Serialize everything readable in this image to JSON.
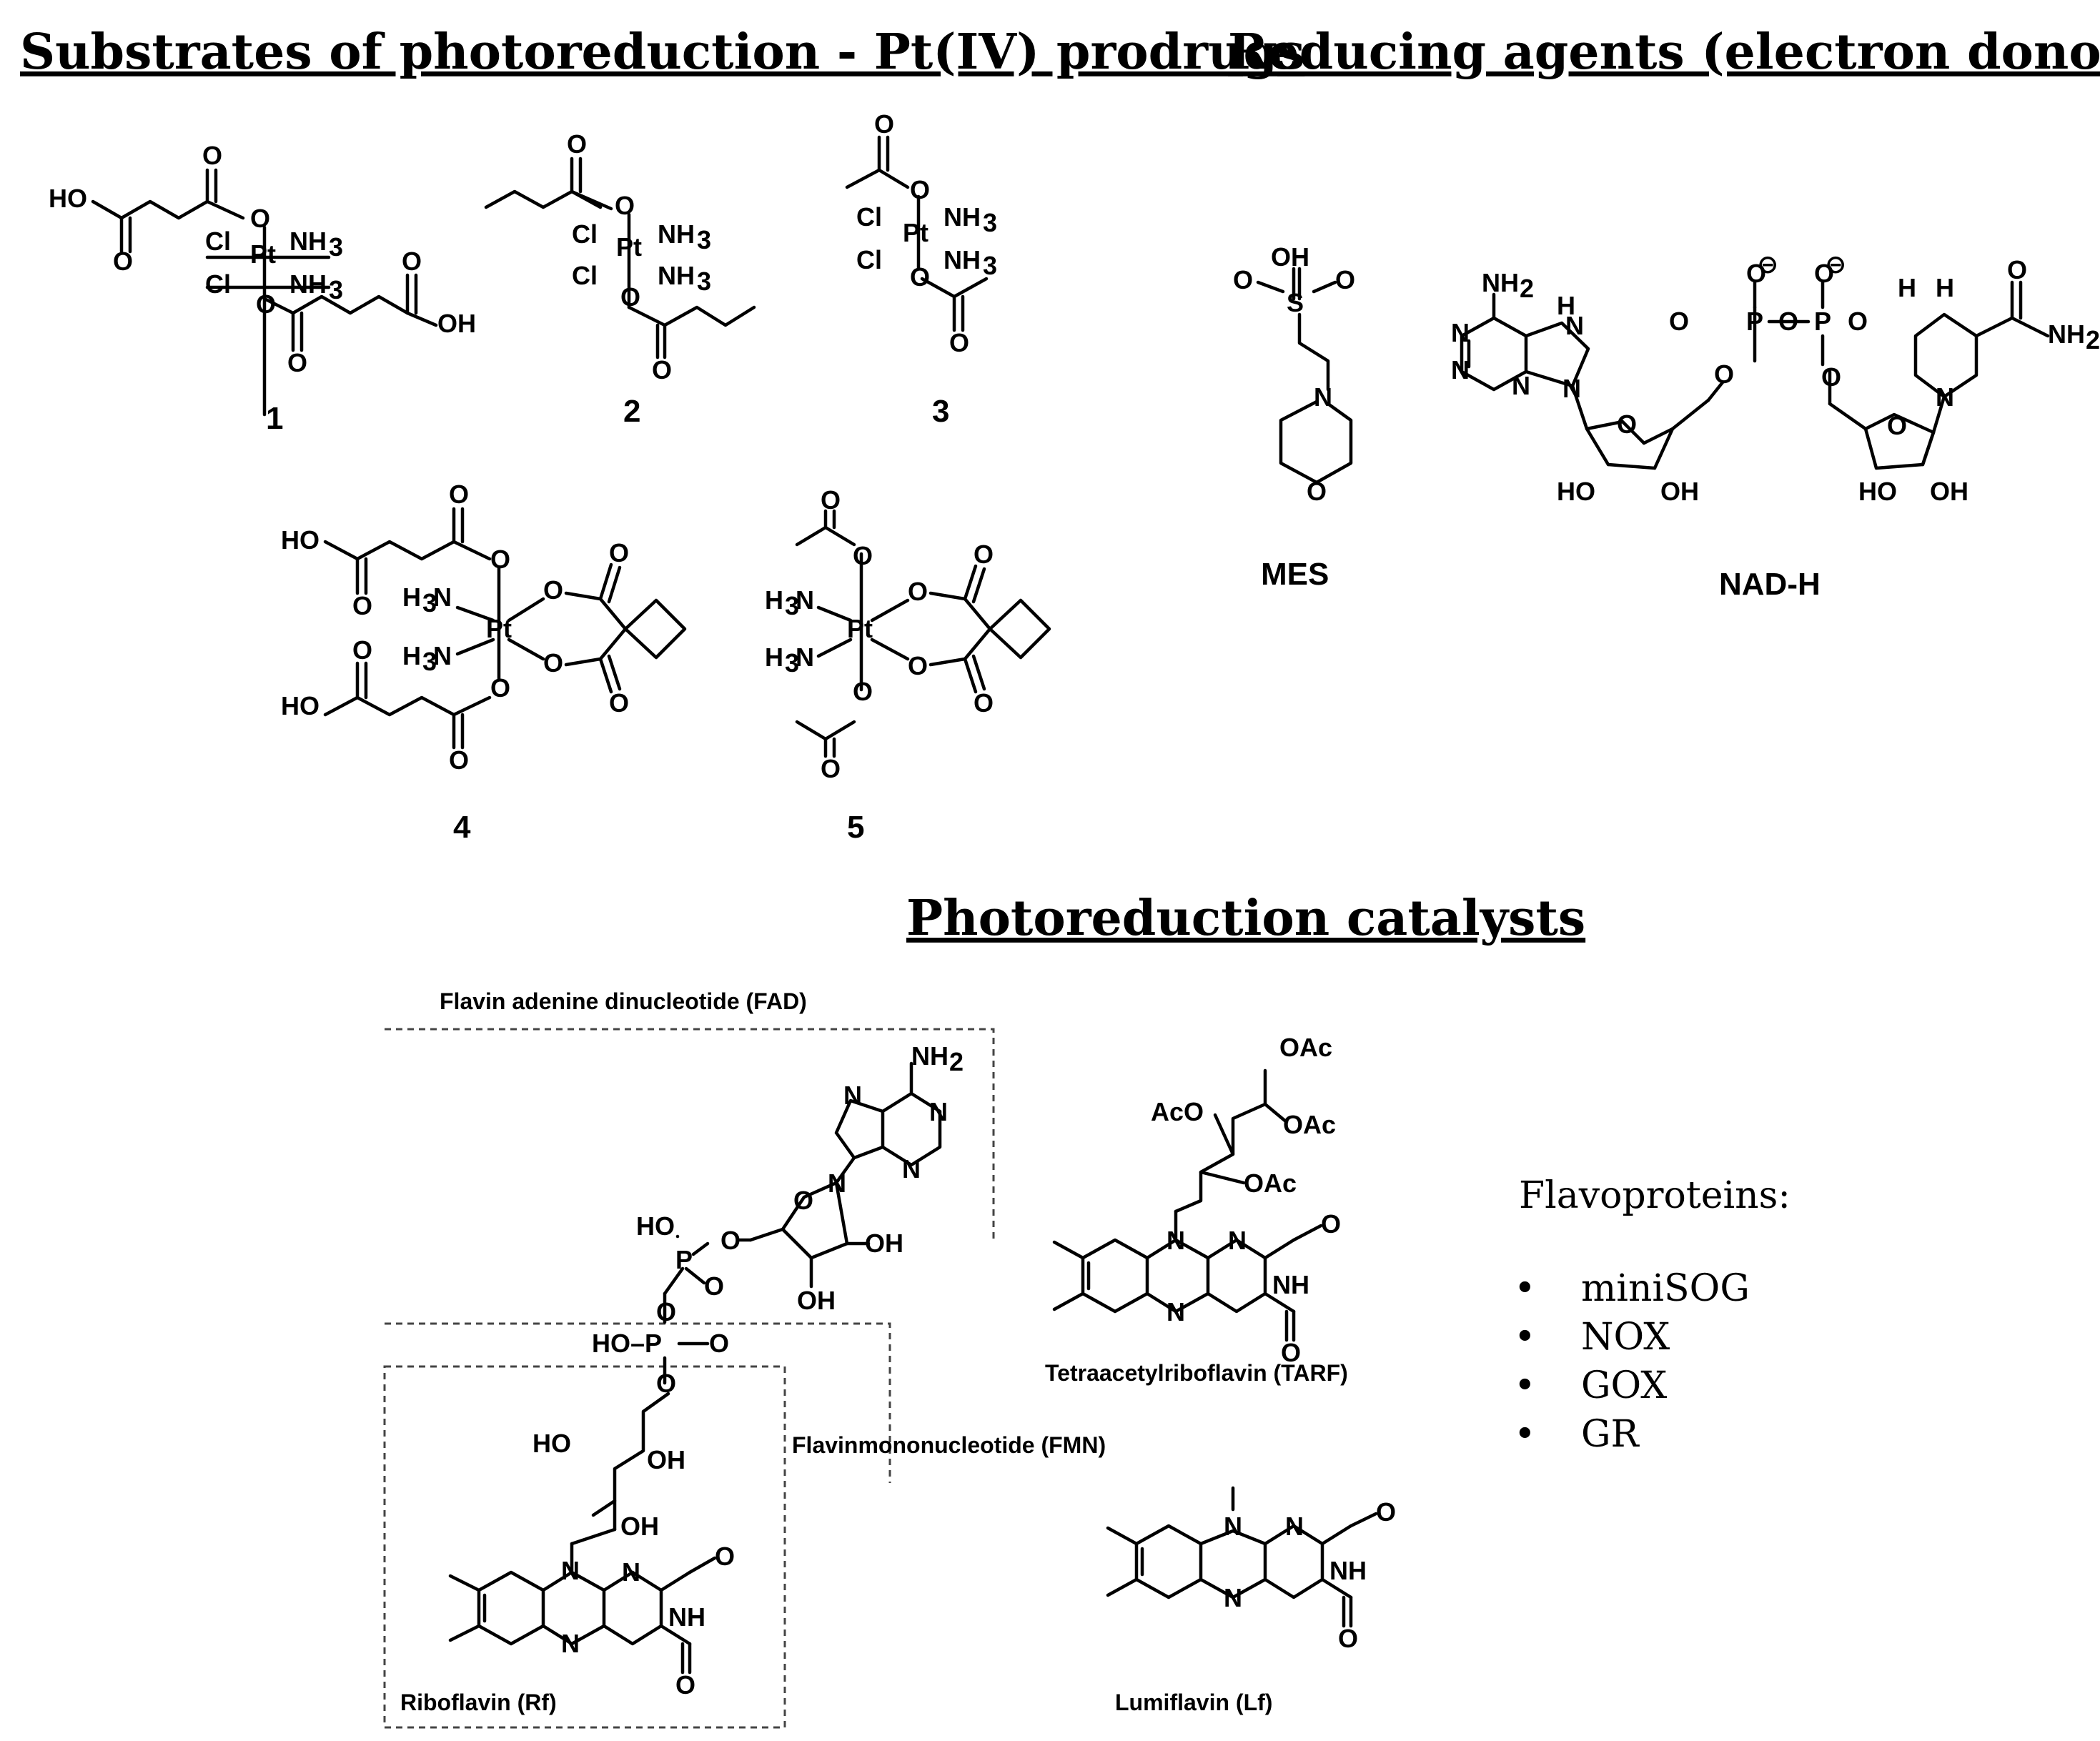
{
  "headings": {
    "substrates": "Substrates of photoreduction - Pt(IV) prodrugs",
    "reducing": "Reducing agents (electron donors)",
    "catalysts": "Photoreduction catalysts"
  },
  "compounds": {
    "c1": "1",
    "c2": "2",
    "c3": "3",
    "c4": "4",
    "c5": "5",
    "mes": "MES",
    "nadh": "NAD-H"
  },
  "captions": {
    "fad": "Flavin adenine dinucleotide (FAD)",
    "fmn": "Flavinmononucleotide (FMN)",
    "rf": "Riboflavin (Rf)",
    "tarf": "Tetraacetylriboflavin (TARF)",
    "lf": "Lumiflavin (Lf)"
  },
  "flavoproteins": {
    "title": "Flavoproteins:",
    "bullet": "•",
    "items": [
      "miniSOG",
      "NOX",
      "GOX",
      "GR"
    ]
  },
  "atoms": {
    "Pt": "Pt",
    "Cl": "Cl",
    "O": "O",
    "N": "N",
    "H": "H",
    "P": "P",
    "NH": "NH",
    "HO": "HO",
    "OH": "OH",
    "S": "S",
    "NH3": "NH",
    "sub3": "3",
    "sub2": "2",
    "H3N": "H",
    "NH2": "NH",
    "OAc": "OAc",
    "AcO": "AcO",
    "minus": "⊖",
    "HOP": "HO–P"
  }
}
